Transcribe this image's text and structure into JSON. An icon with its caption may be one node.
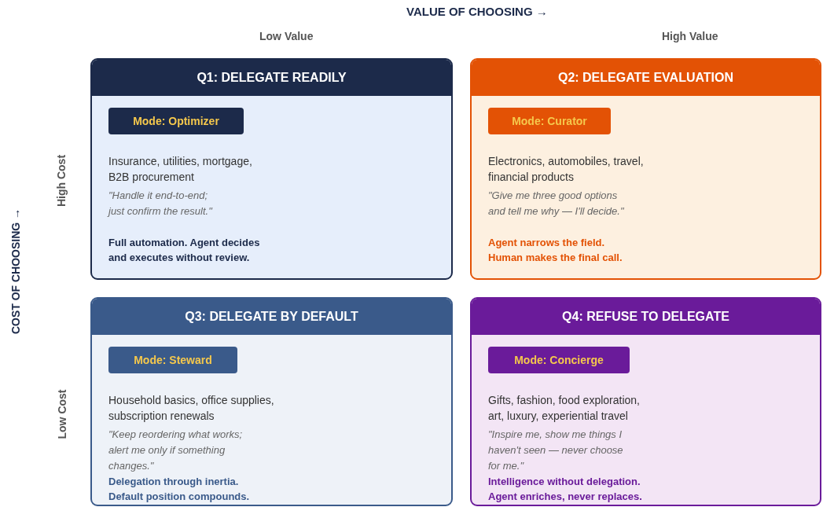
{
  "diagram": {
    "nodes": [
      {
        "text": [
          "Q1: DELEGATE READILY",
          "Insurance, utilities, mortgage, B2B procurement",
          "\"Handle it end-to-end; just confirm the result.\"",
          "Full automation. Agent decides and executes without review."
        ]
      },
      {
        "text": [
          "Mode: Optimizer"
        ],
        "in": 0
      },
      {
        "text": [
          "Q2: DELEGATE EVALUATION",
          "Electronics, automobiles, travel, financial products",
          "\"Give me three good options and tell me why — I'll decide.\"",
          "Agent narrows the field. Human makes the final call."
        ]
      },
      {
        "text": [
          "Mode: Curator"
        ],
        "in": 2
      },
      {
        "text": [
          "Q3: DELEGATE BY DEFAULT",
          "Household basics, office supplies, subscription renewals",
          "\"Keep reordering what works; alert me only if something changes.\"",
          "Delegation through inertia. Default position compounds."
        ]
      },
      {
        "text": [
          "Mode: Steward"
        ],
        "in": 4
      },
      {
        "text": [
          "Q4: REFUSE TO DELEGATE",
          "Gifts, fashion, food exploration, art, luxury, experiential travel",
          "\"Inspire me, show me things I haven't seen — never choose for me.\"",
          "Intelligence without delegation. Agent enriches, never replaces."
        ]
      },
      {
        "text": [
          "Mode: Concierge"
        ],
        "in": 6
      }
    ],
    "labels": [
      "VALUE OF CHOOSING →",
      "Low Value",
      "High Value",
      "COST OF CHOOSING →",
      "High Cost",
      "Low Cost"
    ]
  }
}
